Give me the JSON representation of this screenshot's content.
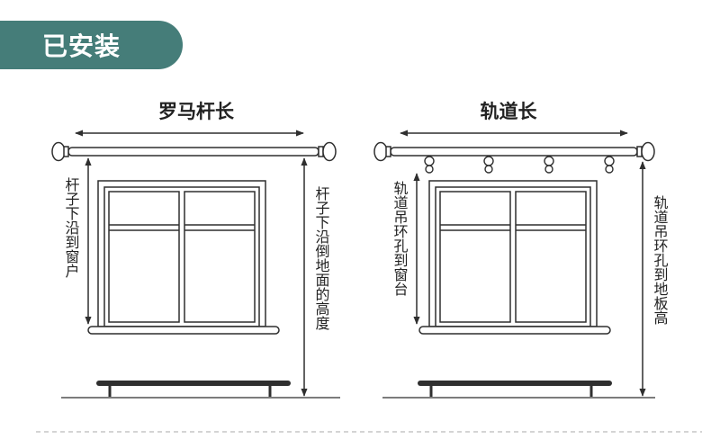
{
  "header": {
    "title": "已安装"
  },
  "colors": {
    "accent": "#457d79",
    "line": "#2f2f2f",
    "dash": "#bbbbbb"
  },
  "roman_rod": {
    "width_label": "罗马杆长",
    "rod_to_window_label": "杆子下沿到窗户",
    "rod_to_floor_label": "杆子下沿倒地面的高度"
  },
  "track": {
    "length_label": "轨道长",
    "ring_to_window_label": "轨道吊环孔到窗台",
    "ring_to_floor_label": "轨道吊环孔到地板高"
  }
}
